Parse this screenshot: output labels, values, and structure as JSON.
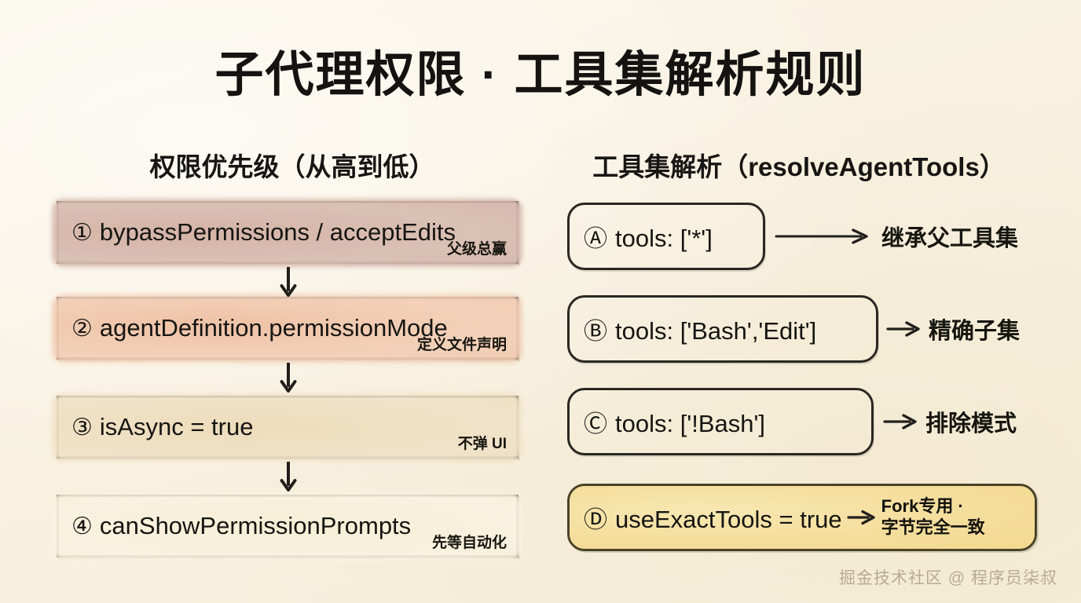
{
  "title": "子代理权限 · 工具集解析规则",
  "background_color": "#faf4e6",
  "columns": {
    "left": {
      "header": "权限优先级（从高到低）",
      "items": [
        {
          "marker": "①",
          "label": "bypassPermissions / acceptEdits",
          "note": "父级总赢",
          "color": "#d9bcb1"
        },
        {
          "marker": "②",
          "label": "agentDefinition.permissionMode",
          "note": "定义文件声明",
          "color": "#f2ceb6"
        },
        {
          "marker": "③",
          "label": "isAsync = true",
          "note": "不弹 UI",
          "color": "#f0e1c5"
        },
        {
          "marker": "④",
          "label": "canShowPermissionPrompts",
          "note": "先等自动化",
          "color": "#f8f0da"
        }
      ]
    },
    "right": {
      "header": "工具集解析（resolveAgentTools）",
      "items": [
        {
          "marker": "Ⓐ",
          "label": "tools: ['*']",
          "result": "继承父工具集",
          "color": "#faf4e6"
        },
        {
          "marker": "Ⓑ",
          "label": "tools: ['Bash','Edit']",
          "result": "精确子集",
          "color": "#faf4e6"
        },
        {
          "marker": "Ⓒ",
          "label": "tools: ['!Bash']",
          "result": "排除模式",
          "color": "#faf4e6"
        },
        {
          "marker": "Ⓓ",
          "label": "useExactTools = true",
          "result_line1": "Fork专用 ·",
          "result_line2": "字节完全一致",
          "color": "#f5e0a1"
        }
      ]
    }
  },
  "watermark": "掘金技术社区 @ 程序员柒叔"
}
